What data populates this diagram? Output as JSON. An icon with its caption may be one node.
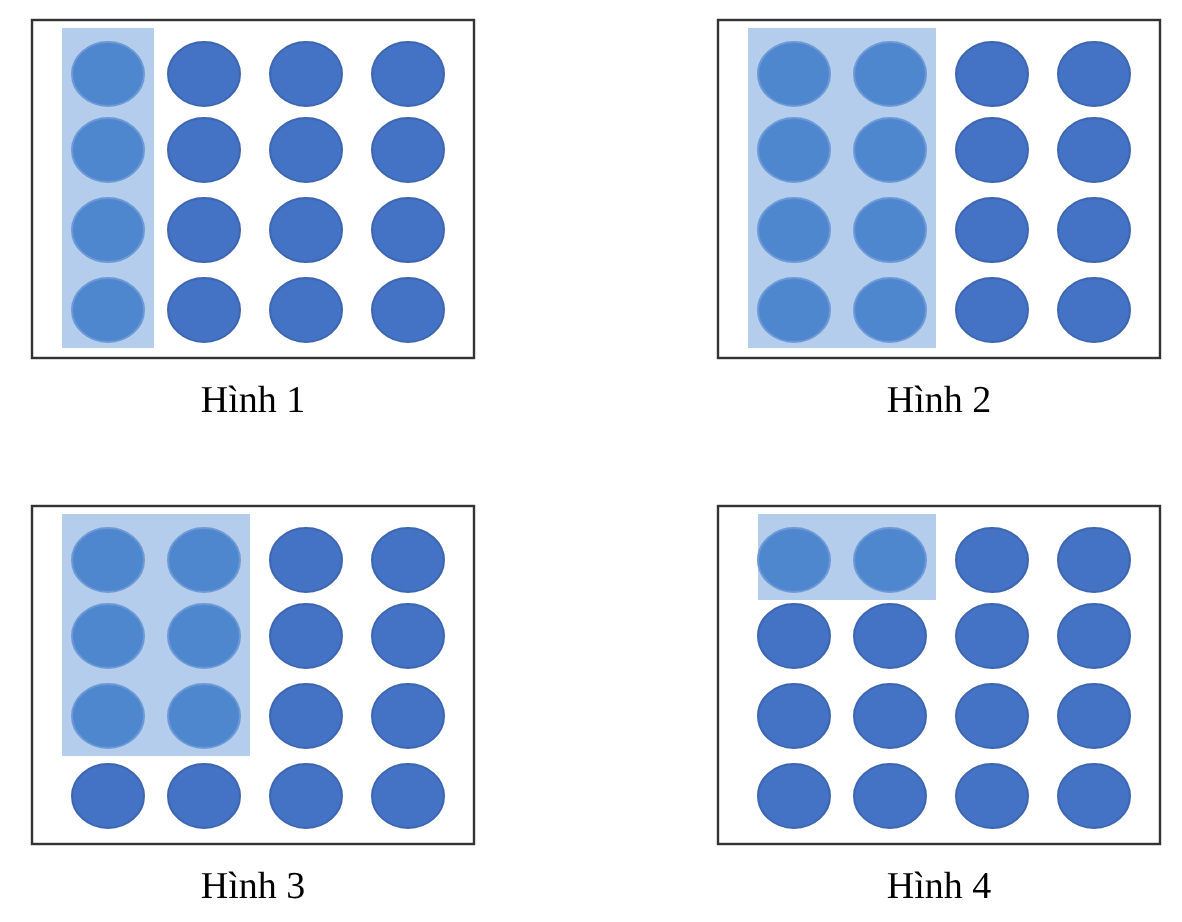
{
  "diagram": {
    "nodes": [
      {
        "text": [
          "Hình 1"
        ]
      },
      {
        "text": [
          "Hình 2"
        ]
      },
      {
        "text": [
          "Hình 3"
        ]
      },
      {
        "text": [
          "Hình 4"
        ]
      }
    ]
  }
}
